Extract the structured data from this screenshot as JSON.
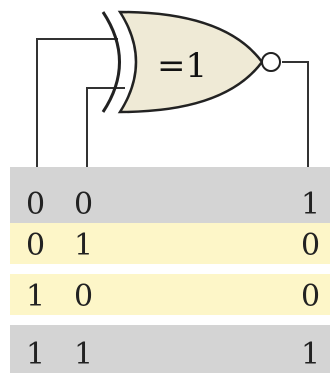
{
  "gate": {
    "symbol": "=1",
    "fill_color": "#efead6",
    "stroke_color": "#222222"
  },
  "table": {
    "band_colors": [
      "#d4d4d4",
      "#fdf6c8",
      "#fdf6c8",
      "#d4d4d4"
    ],
    "rows": [
      {
        "a": "0",
        "b": "0",
        "y": "1"
      },
      {
        "a": "0",
        "b": "1",
        "y": "0"
      },
      {
        "a": "1",
        "b": "0",
        "y": "0"
      },
      {
        "a": "1",
        "b": "1",
        "y": "1"
      }
    ]
  }
}
